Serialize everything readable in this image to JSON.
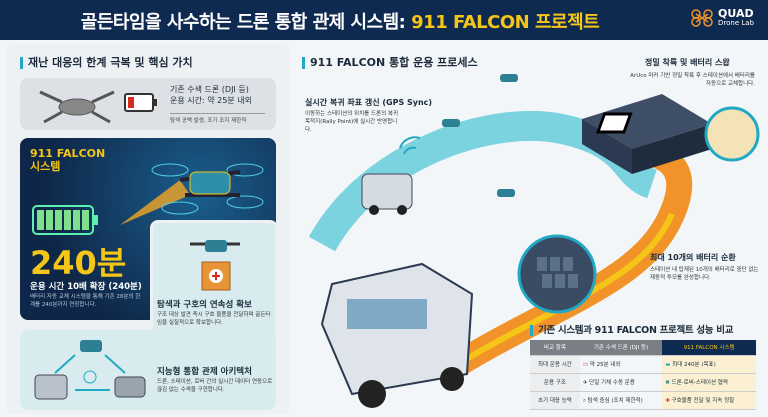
{
  "header": {
    "title_main": "골든타임을 사수하는 드론 통합 관제 시스템: ",
    "title_highlight": "911 FALCON 프로젝트",
    "logo_line1": "QUAD",
    "logo_line2": "Drone Lab"
  },
  "left": {
    "section_title": "재난 대응의 한계 극복 및 핵심 가치",
    "existing": {
      "line1": "기존 수색 드론 (DJI 등)",
      "line2": "운용 시간: 약 25분 내외",
      "note": "탐색 공백 발생, 조기 조지 제한적"
    },
    "falcon": {
      "title1": "911 FALCON",
      "title2": "시스템",
      "big": "240분",
      "subtitle": "운용 시간 10배 확장 (240분)",
      "desc": "배터리 자동 교체 시스템을 통해 기존 28분의 한계를 240분까지 연장합니다."
    },
    "aid": {
      "title": "탐색과 구호의 연속성 확보",
      "desc": "구조 대상 발견 즉시 구호 물품을 전달하며 골든타임을 실질적으로 확보합니다."
    },
    "arch": {
      "title": "지능형 통합 관제 아키텍처",
      "desc": "드론, 스테이션, 로버 간의 실시간 데이터 연동으로 끊김 없는 수색을 구현합니다."
    }
  },
  "right": {
    "section_title": "911 FALCON 통합 운용 프로세스",
    "gps": {
      "title": "실시간 복귀 좌표 갱신 (GPS Sync)",
      "desc": "이동하는 스테이션의 위치를 드론의 복귀 목적지(Rally Point)에 실시간 반영합니다."
    },
    "landing": {
      "title": "정밀 착륙 및 배터리 스왑",
      "desc": "ArUco 마커 기반 정밀 착륙 후 스테이션에서 배터리를 자동으로 교체합니다."
    },
    "battery": {
      "title": "최대 10개의 배터리 순환",
      "desc": "스테이션 내 탑재된 10개의 배터리로 중단 없는 제동적 투모를 완성합니다."
    }
  },
  "compare": {
    "title": "기존 시스템과 911 FALCON 프로젝트 성능 비교",
    "headers": [
      "비교 항목",
      "기존 수색 드론 (DJI 등)",
      "911 FALCON 시스템"
    ],
    "rows": [
      {
        "item": "최대 운용 시간",
        "old": "약 25분 내외",
        "new": "최대 240분 (목표)"
      },
      {
        "item": "운용 구조",
        "old": "단일 기체 수동 운용",
        "new": "드론-로버-스테이션 협력"
      },
      {
        "item": "초기 대응 능력",
        "old": "탐색 중심 (조치 제한적)",
        "new": "구호물품 전달 및 지속 정찰"
      }
    ]
  },
  "colors": {
    "navy": "#0f2a50",
    "accent_yellow": "#f5c518",
    "teal": "#21a9c4",
    "orange": "#f2932a"
  }
}
